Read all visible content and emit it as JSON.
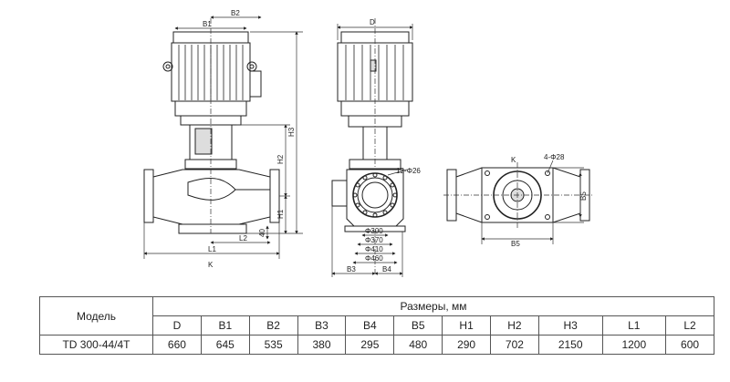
{
  "drawing": {
    "front_view": {
      "labels": {
        "b1": "B1",
        "b2": "B2",
        "h3": "H3",
        "h2": "H2",
        "h1": "H1",
        "l2": "L2",
        "l1": "L1",
        "h4": "40",
        "k": "K"
      }
    },
    "side_view": {
      "labels": {
        "d": "D",
        "flange_holes": "12-Φ26",
        "d300": "Φ300",
        "d370": "Φ370",
        "d410": "Φ410",
        "d460": "Φ460",
        "b3": "B3",
        "b4": "B4"
      }
    },
    "plan_view": {
      "labels": {
        "k": "K",
        "base_holes": "4-Φ28",
        "b5_right": "B5",
        "b5_bottom": "B5"
      }
    }
  },
  "table": {
    "header_model": "Модель",
    "header_sizes": "Размеры, мм",
    "columns": [
      "D",
      "B1",
      "B2",
      "B3",
      "B4",
      "B5",
      "H1",
      "H2",
      "H3",
      "L1",
      "L2"
    ],
    "rows": [
      {
        "model": "TD 300-44/4T",
        "values": [
          "660",
          "645",
          "535",
          "380",
          "295",
          "480",
          "290",
          "702",
          "2150",
          "1200",
          "600"
        ]
      }
    ]
  }
}
